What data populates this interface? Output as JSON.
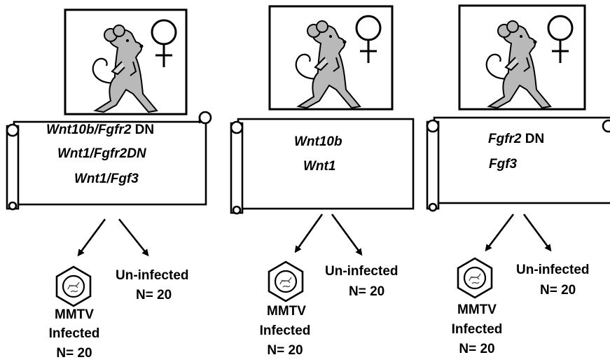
{
  "groups": [
    {
      "genes": [
        {
          "italic": "Wnt10b/Fgfr2",
          "plain": " DN"
        },
        {
          "italic": "Wnt1/Fgfr2DN",
          "plain": ""
        },
        {
          "italic": "Wnt1/Fgf3",
          "plain": ""
        }
      ],
      "infected": {
        "line1": "MMTV",
        "line2": "Infected",
        "count": "N= 20"
      },
      "uninfected": {
        "label": "Un-infected",
        "count": "N= 20"
      }
    },
    {
      "genes": [
        {
          "italic": "Wnt10b",
          "plain": ""
        },
        {
          "italic": "Wnt1",
          "plain": ""
        }
      ],
      "infected": {
        "line1": "MMTV",
        "line2": "Infected",
        "count": "N= 20"
      },
      "uninfected": {
        "label": "Un-infected",
        "count": "N= 20"
      }
    },
    {
      "genes": [
        {
          "italic": "Fgfr2",
          "plain": " DN"
        },
        {
          "italic": "Fgf3",
          "plain": ""
        }
      ],
      "infected": {
        "line1": "MMTV",
        "line2": "Infected",
        "count": "N= 20"
      },
      "uninfected": {
        "label": "Un-infected",
        "count": "N= 20"
      }
    }
  ],
  "icons": {
    "mouse": "female-mouse-icon",
    "female": "female-symbol-icon",
    "virus": "virus-hexagon-icon"
  },
  "colors": {
    "mouse_body": "#b9b9b9",
    "stroke": "#000000",
    "background": "#ffffff"
  }
}
